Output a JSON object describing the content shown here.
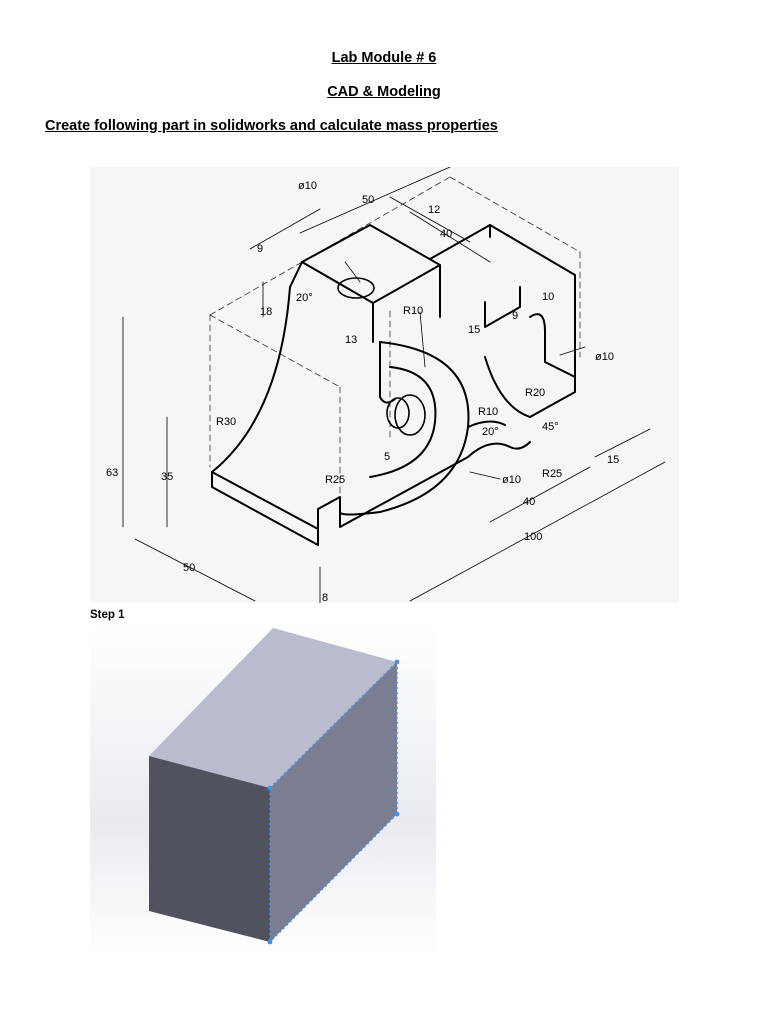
{
  "document": {
    "title": "Lab Module # 6",
    "subtitle": "CAD & Modeling",
    "instruction": "Create following part in solidworks and calculate mass properties"
  },
  "drawing": {
    "dimensions": {
      "d_hole_top": "ø10",
      "d_50_top": "50",
      "d_12": "12",
      "d_40_top": "40",
      "d_9_left": "9",
      "d_18": "18",
      "d_20deg": "20°",
      "d_r10_top": "R10",
      "d_15": "15",
      "d_9_slot": "9",
      "d_10_slot": "10",
      "d_13": "13",
      "d_hole_right": "ø10",
      "d_r20": "R20",
      "d_r30": "R30",
      "d_r10_bottom": "R10",
      "d_20deg_bottom": "20°",
      "d_45deg": "45°",
      "d_63": "63",
      "d_35": "35",
      "d_5": "5",
      "d_r25_left": "R25",
      "d_hole_boss": "ø10",
      "d_r25_right": "R25",
      "d_15_right": "15",
      "d_40_bottom": "40",
      "d_100": "100",
      "d_50_bottom": "50",
      "d_8": "8"
    }
  },
  "step": {
    "label": "Step 1"
  },
  "colors": {
    "top_face": "#b9bccf",
    "front_face": "#50525e",
    "right_face": "#7b7d92",
    "selected_edge": "#4a90e2",
    "viewport_bg": "#e9ebf1"
  }
}
